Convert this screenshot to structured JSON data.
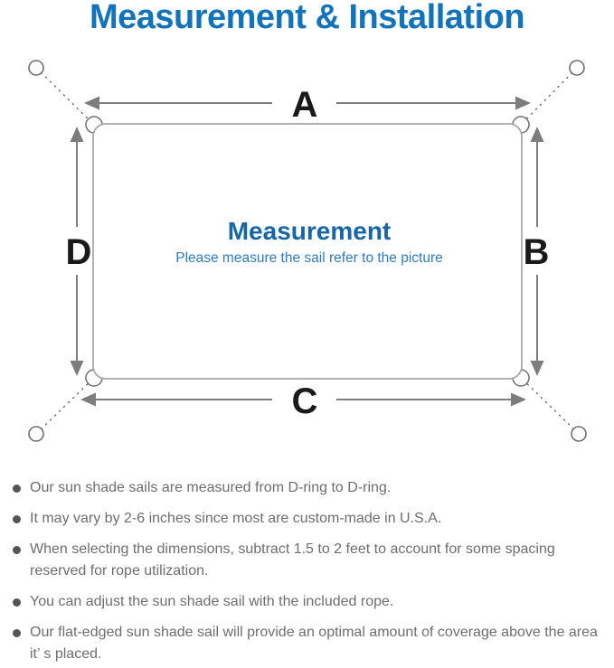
{
  "title": "Measurement & Installation",
  "diagram": {
    "dimension_labels": {
      "top": "A",
      "right": "B",
      "bottom": "C",
      "left": "D"
    },
    "center": {
      "heading": "Measurement",
      "subheading": "Please measure the sail refer to the picture"
    }
  },
  "notes": [
    "Our sun shade sails are measured from D-ring to D-ring.",
    "It may vary by 2-6 inches since most are custom-made in U.S.A.",
    "When selecting the dimensions, subtract 1.5 to 2 feet to account for some spacing reserved for rope utilization.",
    "You can adjust the sun shade sail with the included rope.",
    "Our flat-edged sun shade sail will provide an optimal amount of coverage above the area it’ s placed."
  ],
  "colors": {
    "title_blue": "#1273bb",
    "heading_blue": "#1565a8",
    "subheading_blue": "#2e7cc0",
    "label_black": "#1a1a1a",
    "line_gray": "#7d7d7d",
    "outline_gray": "#a6a6a6",
    "ring_gray": "#6f6f6f",
    "text_gray": "#6e6e6e",
    "bullet_gray": "#555555"
  }
}
